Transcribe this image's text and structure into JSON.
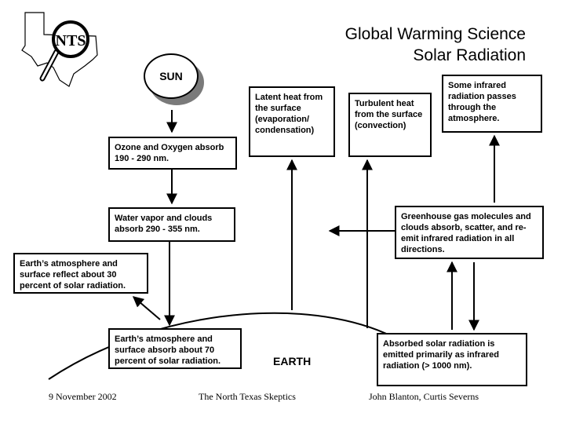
{
  "title": {
    "line1": "Global Warming Science",
    "line2": "Solar Radiation"
  },
  "logo": {
    "text": "NTS"
  },
  "sun": {
    "label": "SUN"
  },
  "boxes": {
    "ozone": "Ozone and Oxygen absorb 190 - 290 nm.",
    "water_vapor": "Water vapor and clouds absorb 290 - 355 nm.",
    "reflect": "Earth’s atmosphere and surface reflect about 30 percent of solar radiation.",
    "absorb": "Earth’s atmosphere and surface absorb about 70 percent of solar radiation.",
    "latent_heat": "Latent heat from the surface (evaporation/ condensation)",
    "turbulent_heat": "Turbulent heat from the surface (convection)",
    "infrared_passes": "Some infrared radiation passes through the atmosphere.",
    "greenhouse": "Greenhouse gas molecules and clouds absorb, scatter, and re-emit infrared radiation in all directions.",
    "emitted": "Absorbed solar radiation is emitted primarily as infrared radiation (> 1000 nm)."
  },
  "earth_label": "EARTH",
  "footer": {
    "date": "9 November 2002",
    "org": "The North Texas Skeptics",
    "authors": "John Blanton, Curtis Severns"
  }
}
